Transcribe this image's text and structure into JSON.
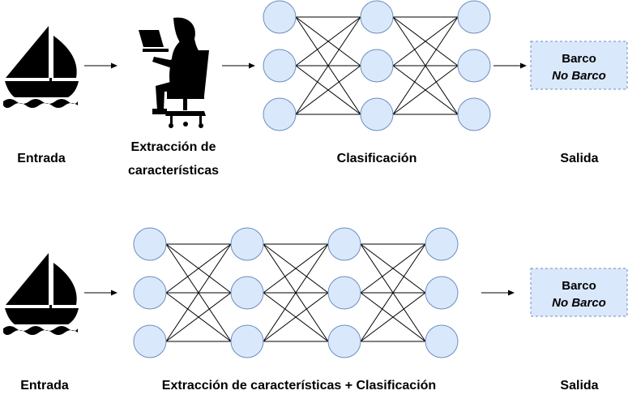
{
  "colors": {
    "node_fill": "#dae8fc",
    "node_stroke": "#6c8ebf",
    "output_box_fill": "#dae8fc",
    "output_box_stroke": "#6c8ebf",
    "line": "#000000",
    "icon": "#000000"
  },
  "icons": [
    "sailboat-icon",
    "person-at-laptop-icon",
    "arrow-right-icon"
  ],
  "row1": {
    "input_label": "Entrada",
    "feature_label_line1": "Extracción de",
    "feature_label_line2": "características",
    "classifier_label": "Clasificación",
    "output_label": "Salida",
    "output_box": {
      "class_1": "Barco",
      "class_2": "No Barco"
    }
  },
  "row2": {
    "input_label": "Entrada",
    "network_label": "Extracción de características + Clasificación",
    "output_label": "Salida",
    "output_box": {
      "class_1": "Barco",
      "class_2": "No Barco"
    }
  }
}
